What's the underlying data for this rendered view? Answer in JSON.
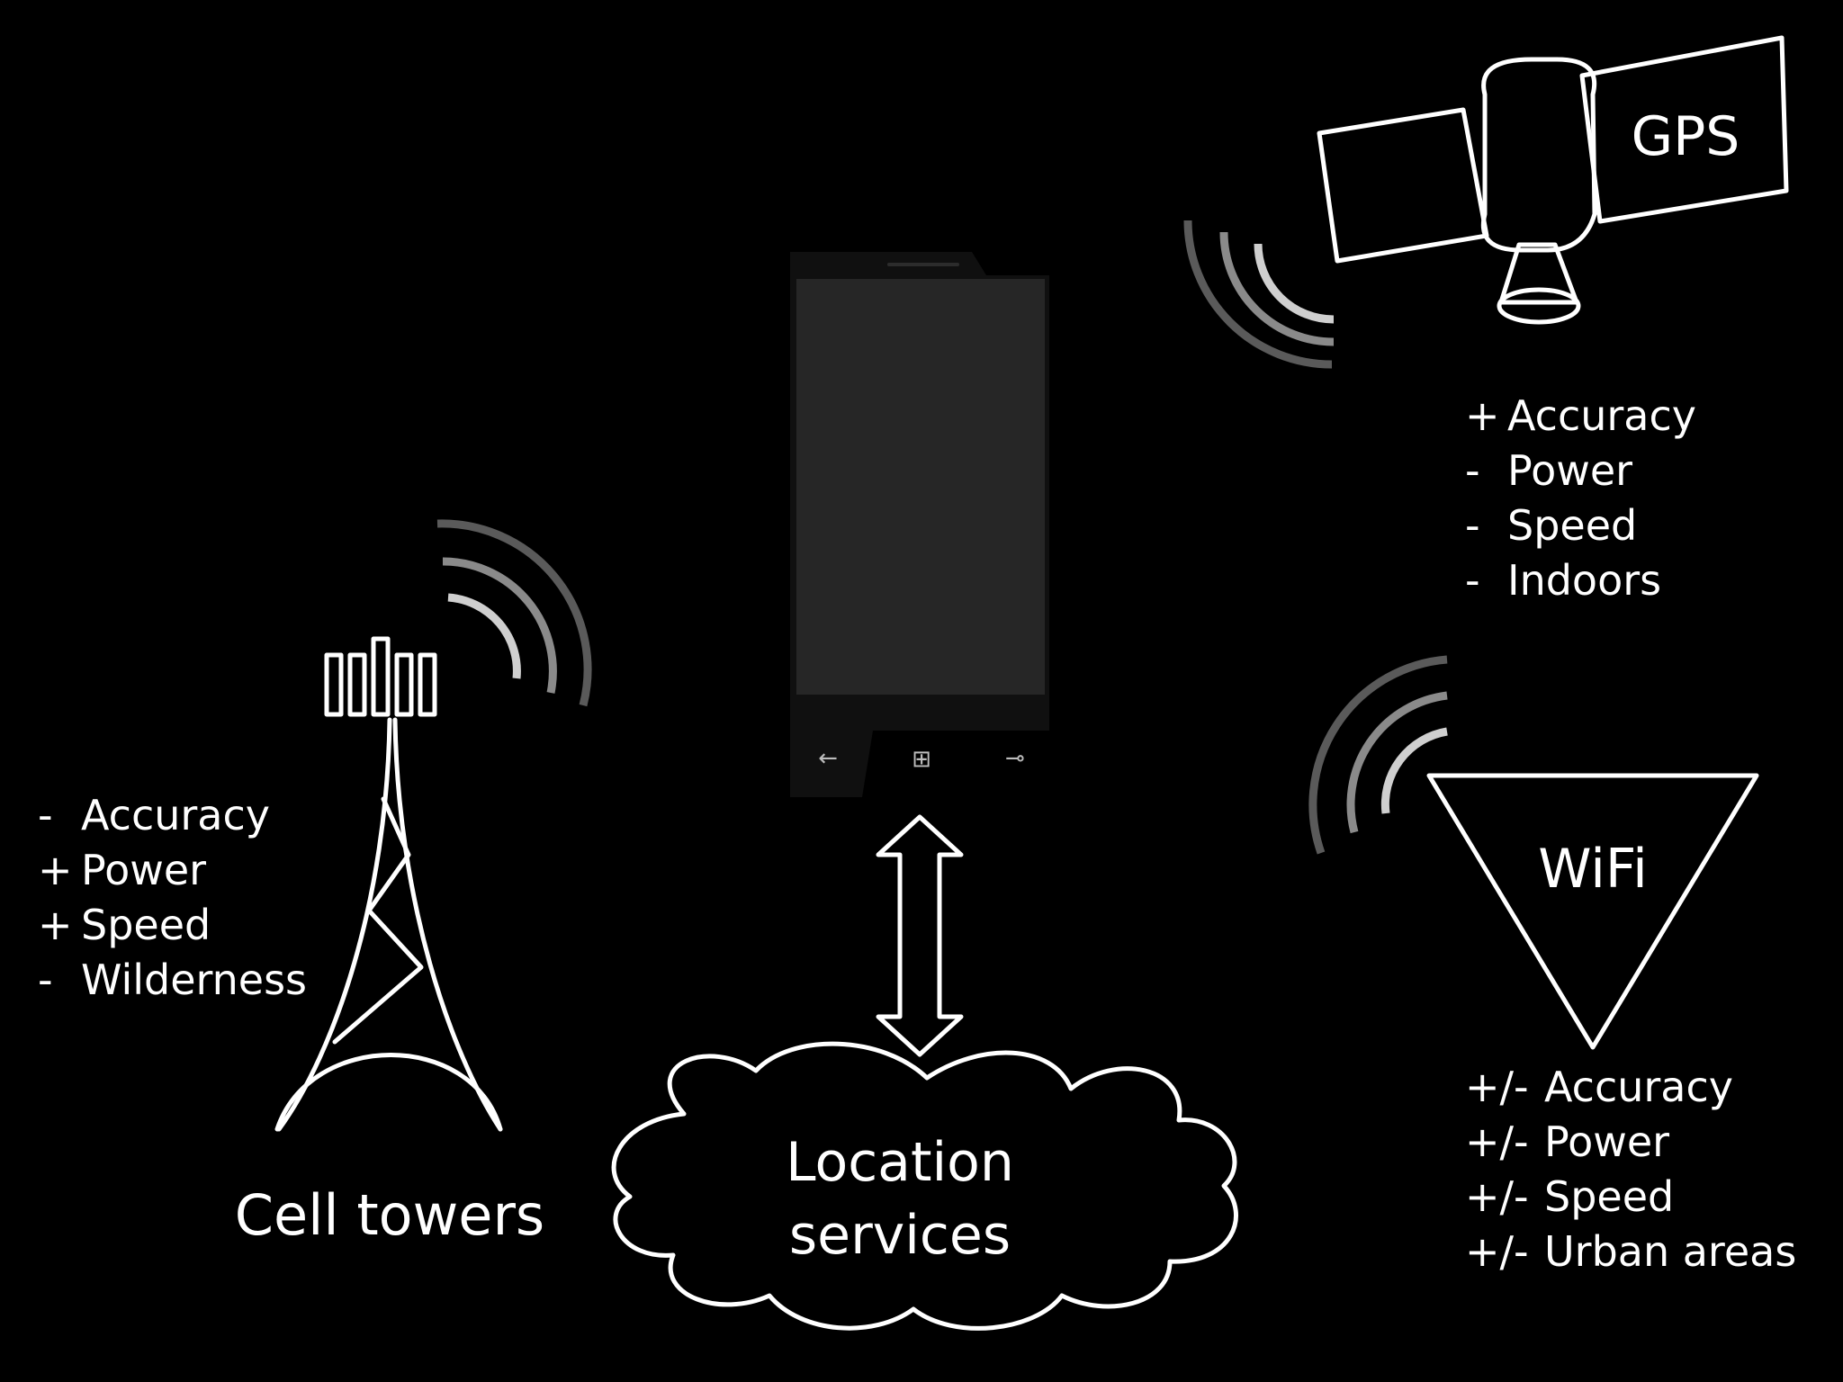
{
  "colors": {
    "background": "#000000",
    "foreground": "#ffffff",
    "phone_body": "#101010",
    "phone_screen": "#262626",
    "signal_outer": "#5a5a5a",
    "signal_middle": "#8a8a8a",
    "signal_inner": "#cfcfcf"
  },
  "gps": {
    "label": "GPS",
    "icon": "satellite-icon",
    "attributes": [
      {
        "sign": "+",
        "text": "Accuracy"
      },
      {
        "sign": "-",
        "text": "Power"
      },
      {
        "sign": "-",
        "text": "Speed"
      },
      {
        "sign": "-",
        "text": "Indoors"
      }
    ]
  },
  "cell": {
    "label": "Cell towers",
    "icon": "cell-tower-icon",
    "attributes": [
      {
        "sign": "-",
        "text": "Accuracy"
      },
      {
        "sign": "+",
        "text": "Power"
      },
      {
        "sign": "+",
        "text": "Speed"
      },
      {
        "sign": "-",
        "text": "Wilderness"
      }
    ]
  },
  "wifi": {
    "label": "WiFi",
    "icon": "wifi-triangle-icon",
    "attributes": [
      {
        "sign": "+/-",
        "text": "Accuracy"
      },
      {
        "sign": "+/-",
        "text": "Power"
      },
      {
        "sign": "+/-",
        "text": "Speed"
      },
      {
        "sign": "+/-",
        "text": "Urban areas"
      }
    ]
  },
  "cloud": {
    "line1": "Location",
    "line2": "services",
    "icon": "cloud-icon"
  },
  "phone": {
    "icon": "smartphone-icon",
    "buttons": {
      "back": "←",
      "start": "⊞",
      "search": "⊸"
    }
  },
  "connector": {
    "icon": "double-arrow-icon"
  }
}
